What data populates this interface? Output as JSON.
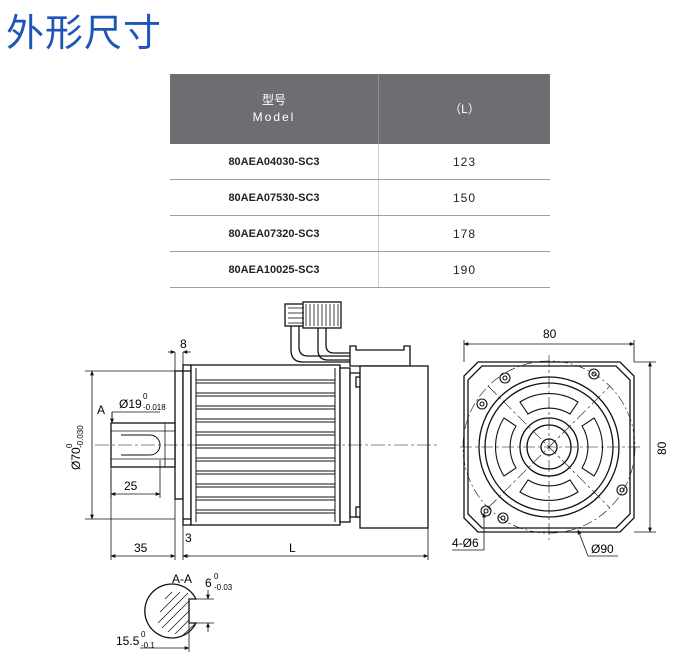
{
  "page_title": "外形尺寸",
  "table": {
    "header_model_cn": "型号",
    "header_model_en": "Model",
    "header_length": "（L）",
    "rows": [
      {
        "model": "80AEA04030-SC3",
        "length": "123"
      },
      {
        "model": "80AEA07530-SC3",
        "length": "150"
      },
      {
        "model": "80AEA07320-SC3",
        "length": "178"
      },
      {
        "model": "80AEA10025-SC3",
        "length": "190"
      }
    ]
  },
  "drawing": {
    "dim_flange_thickness": "8",
    "label_a": "A",
    "shaft_dia": "Ø19",
    "shaft_dia_tol_upper": "0",
    "shaft_dia_tol_lower": "-0.018",
    "pilot_dia": "Ø70",
    "pilot_dia_tol_upper": "0",
    "pilot_dia_tol_lower": "-0.030",
    "dim_key_length": "25",
    "dim_shaft_length": "35",
    "dim_pilot_depth": "3",
    "dim_body_length": "L",
    "dim_flange_width": "80",
    "dim_flange_height": "80",
    "mount_holes": "4-Ø6",
    "bolt_circle": "Ø90",
    "section_label": "A-A",
    "key_width": "6",
    "key_width_tol_upper": "0",
    "key_width_tol_lower": "-0.03",
    "key_depth": "15.5",
    "key_depth_tol_upper": "0",
    "key_depth_tol_lower": "-0.1"
  }
}
